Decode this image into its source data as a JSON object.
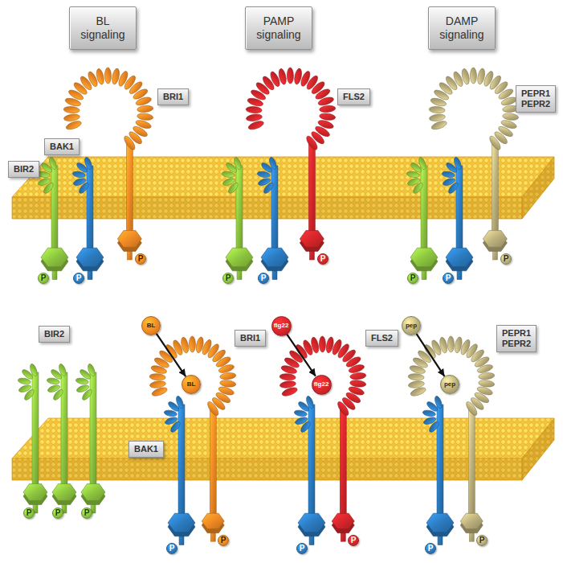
{
  "diagram": {
    "nodes": [
      {
        "text": [
          "BL signaling"
        ]
      },
      {
        "text": [
          "PAMP signaling"
        ]
      },
      {
        "text": [
          "DAMP signaling"
        ]
      },
      {
        "text": [
          "BRI1"
        ]
      },
      {
        "text": [
          "FLS2"
        ]
      },
      {
        "text": [
          "PEPR1 PEPR2"
        ]
      },
      {
        "text": [
          "BAK1"
        ]
      },
      {
        "text": [
          "BIR2"
        ]
      },
      {
        "text": [
          "P"
        ]
      },
      {
        "text": [
          "P"
        ]
      },
      {
        "text": [
          "P"
        ]
      },
      {
        "text": [
          "P"
        ]
      },
      {
        "text": [
          "P"
        ]
      },
      {
        "text": [
          "P"
        ]
      },
      {
        "text": [
          "P"
        ]
      },
      {
        "text": [
          "P"
        ]
      },
      {
        "text": [
          "P"
        ]
      },
      {
        "text": [
          "BIR2"
        ]
      },
      {
        "text": [
          "BL"
        ]
      },
      {
        "text": [
          "flg22"
        ]
      },
      {
        "text": [
          "pep"
        ]
      },
      {
        "text": [
          "BRI1"
        ]
      },
      {
        "text": [
          "FLS2"
        ]
      },
      {
        "text": [
          "PEPR1 PEPR2"
        ]
      },
      {
        "text": [
          "BL"
        ]
      },
      {
        "text": [
          "flg22"
        ]
      },
      {
        "text": [
          "pep"
        ]
      },
      {
        "text": [
          "BAK1"
        ]
      },
      {
        "text": [
          "P"
        ]
      },
      {
        "text": [
          "P"
        ]
      },
      {
        "text": [
          "P"
        ]
      },
      {
        "text": [
          "P"
        ]
      },
      {
        "text": [
          "P"
        ]
      },
      {
        "text": [
          "P"
        ]
      },
      {
        "text": [
          "P"
        ]
      },
      {
        "text": [
          "P"
        ]
      },
      {
        "text": [
          "P"
        ]
      }
    ],
    "edges": [
      {
        "from": 18,
        "to": 24,
        "arrow": "to"
      },
      {
        "from": 19,
        "to": 25,
        "arrow": "to"
      },
      {
        "from": 20,
        "to": 26,
        "arrow": "to"
      }
    ]
  }
}
